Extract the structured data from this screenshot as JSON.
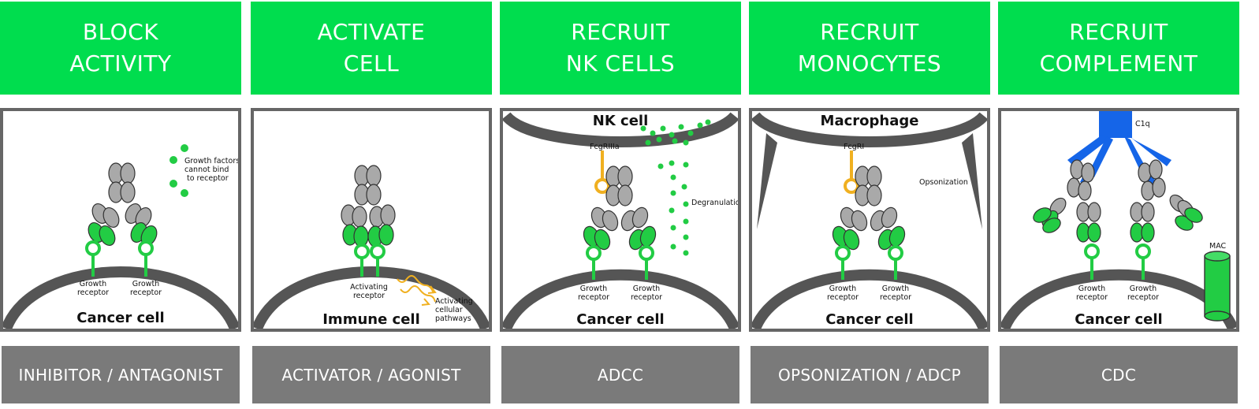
{
  "colors": {
    "header_green": "#00dd4e",
    "footer_gray": "#7a7a7a",
    "border_gray": "#666666",
    "antibody_gray": "#a9a9a9",
    "antigen_green": "#22cc44",
    "receptor_orange": "#f0b020",
    "c1q_blue": "#1565e8"
  },
  "columns": [
    {
      "header_line1": "BLOCK",
      "header_line2": "ACTIVITY",
      "footer": "INHIBITOR / ANTAGONIST",
      "labels": {
        "cell": "Cancer cell",
        "receptor_a_1": "Growth",
        "receptor_a_2": "receptor",
        "receptor_b_1": "Growth",
        "receptor_b_2": "receptor",
        "note_1": "Growth factors",
        "note_2": "cannot bind",
        "note_3": "to receptor"
      }
    },
    {
      "header_line1": "ACTIVATE",
      "header_line2": "CELL",
      "footer": "ACTIVATOR / AGONIST",
      "labels": {
        "cell": "Immune cell",
        "receptor_1": "Activating",
        "receptor_2": "receptor",
        "path_1": "Activating",
        "path_2": "cellular",
        "path_3": "pathways"
      }
    },
    {
      "header_line1": "RECRUIT",
      "header_line2": "NK CELLS",
      "footer": "ADCC",
      "labels": {
        "top_cell": "NK cell",
        "fc_receptor": "FcgRIIIa",
        "effect": "Degranulation",
        "cell": "Cancer cell",
        "receptor_a_1": "Growth",
        "receptor_a_2": "receptor",
        "receptor_b_1": "Growth",
        "receptor_b_2": "receptor"
      }
    },
    {
      "header_line1": "RECRUIT",
      "header_line2": "MONOCYTES",
      "footer": "OPSONIZATION / ADCP",
      "labels": {
        "top_cell": "Macrophage",
        "fc_receptor": "FcgRI",
        "effect": "Opsonization",
        "cell": "Cancer cell",
        "receptor_a_1": "Growth",
        "receptor_a_2": "receptor",
        "receptor_b_1": "Growth",
        "receptor_b_2": "receptor"
      }
    },
    {
      "header_line1": "RECRUIT",
      "header_line2": "COMPLEMENT",
      "footer": "CDC",
      "labels": {
        "complement": "C1q",
        "pore": "MAC",
        "cell": "Cancer cell",
        "receptor_a_1": "Growth",
        "receptor_a_2": "receptor",
        "receptor_b_1": "Growth",
        "receptor_b_2": "receptor"
      }
    }
  ]
}
